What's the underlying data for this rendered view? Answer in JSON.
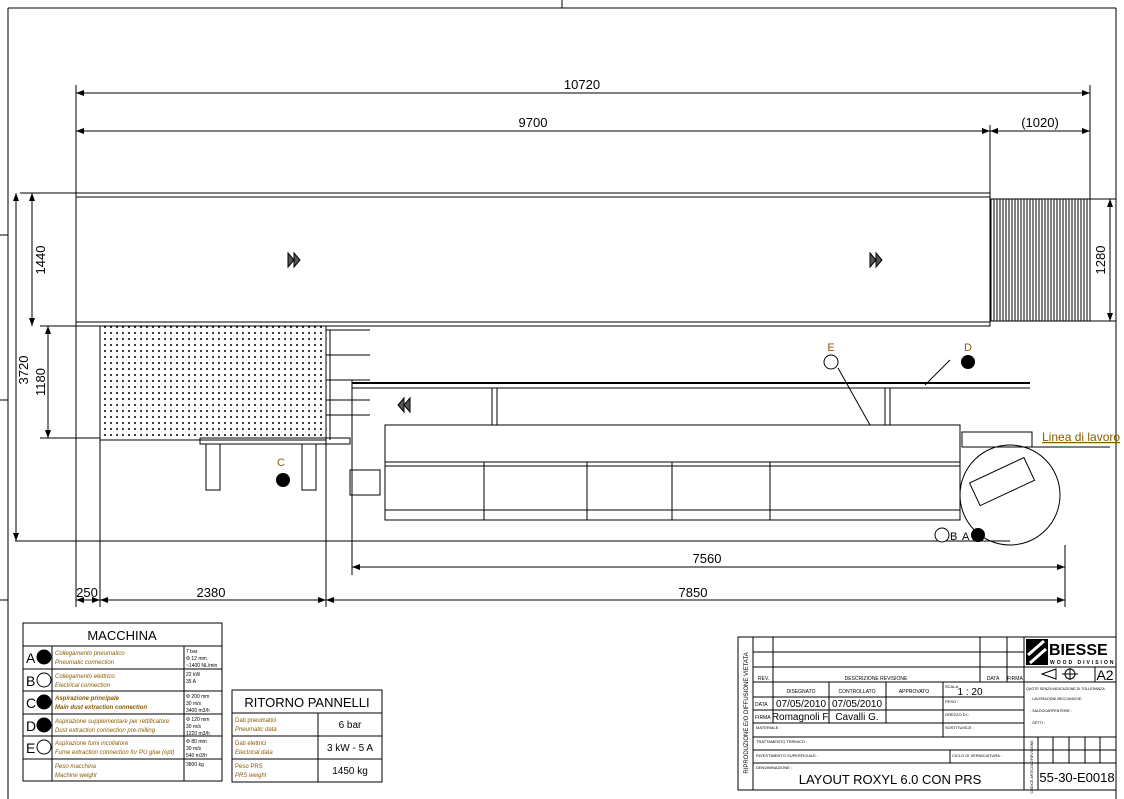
{
  "dimensions": {
    "overall_length": "10720",
    "main_length": "9700",
    "extension_length": "(1020)",
    "overall_width": "3720",
    "conveyor_width": "1440",
    "table_width": "1180",
    "roller_width": "1280",
    "machine_length": "7560",
    "offset_left": "250",
    "table_length": "2380",
    "machine_total": "7850"
  },
  "markers": {
    "a": "A",
    "b": "B",
    "c": "C",
    "d": "D",
    "e": "E"
  },
  "work_line_label": "Linea di lavoro",
  "macchina": {
    "title": "MACCHINA",
    "rows": [
      {
        "letter": "A",
        "icon": "pneumatic-icon",
        "it": "Collegamento pneumatico",
        "en": "Pneumatic connection",
        "values": [
          "7 bar",
          "Φ 12 mm",
          "~1400 NL/min"
        ]
      },
      {
        "letter": "B",
        "icon": "electric-icon",
        "it": "Collegamento elettrico",
        "en": "Electrical connection",
        "values": [
          "22 kW",
          "35 A"
        ]
      },
      {
        "letter": "C",
        "icon": "dust-extraction-icon",
        "it": "Aspirazione principale",
        "en": "Main dust extraction connection",
        "values": [
          "Φ 200 mm",
          "30 m/s",
          "3400 m3/h"
        ]
      },
      {
        "letter": "D",
        "icon": "dust-extraction-icon",
        "it": "Aspirazione supplementare per rettificatore",
        "en": "Dust extraction connection pre-milling",
        "values": [
          "Φ 120 mm",
          "30 m/s",
          "1220 m3/h"
        ]
      },
      {
        "letter": "E",
        "icon": "fume-extraction-icon",
        "it": "Aspirazione fumi incollatore",
        "en": "Fume extraction connection for PU glue (opt)",
        "values": [
          "Φ 80 mm",
          "30 m/s",
          "540 m3/h"
        ]
      },
      {
        "letter": "",
        "icon": "",
        "it": "Peso macchina",
        "en": "Machine weight",
        "values": [
          "3800 kg"
        ]
      }
    ]
  },
  "ritorno": {
    "title": "RITORNO PANNELLI",
    "rows": [
      {
        "it": "Dati pneumatici",
        "en": "Pneumatic data",
        "value": "6 bar"
      },
      {
        "it": "Dati elettrici",
        "en": "Electrical data",
        "value": "3 kW - 5 A"
      },
      {
        "it": "Peso PRS",
        "en": "PRS weight",
        "value": "1450 kg"
      }
    ]
  },
  "title_block": {
    "side_note": "RIPRODUZIONE E/O DIFFUSIONE VIETATA",
    "rev": "REV.",
    "descrizione_revisione": "DESCRIZIONE REVISIONE",
    "data": "DATA",
    "firma": "FIRMA",
    "disegnato": "DISEGNATO",
    "controllato": "CONTROLLATO",
    "approvato": "APPROVATO",
    "scala_label": "SCALA",
    "scala": "1 : 20",
    "data_disegnato": "07/05/2010",
    "data_controllato": "07/05/2010",
    "firma_disegnato": "Romagnoli F.",
    "firma_controllato": "Cavalli G.",
    "peso": "PESO :",
    "grezzo": "GREZZO DI :",
    "materiale": "MATERIALE :",
    "sostituisce": "SOSTITUISCE :",
    "trattamento": "TRATTAMENTO TERMICO :",
    "rivestimento": "RIVESTIMENTO SUPERFICIALE :",
    "ciclo": "CICLO DI VERNICIATURA :",
    "denominazione_label": "DENOMINAZIONE :",
    "denominazione": "LAYOUT ROXYL 6.0 CON PRS",
    "brand": "BIESSE",
    "brand_sub": "WOOD DIVISION",
    "format": "A2",
    "tolerance_note": "QUOTE SENZA INDICAZIONE DI TOLLERANZA",
    "lavorazioni": "- LAVORAZIONI MECCANICHE :",
    "saldocarpenterie": "- SALDOCARPENTERIE :",
    "getti": "- GETTI :",
    "revisione": "REVISIONE",
    "codice_label": "CODICE ARTICOLO",
    "codice": "55-30-E0018"
  }
}
